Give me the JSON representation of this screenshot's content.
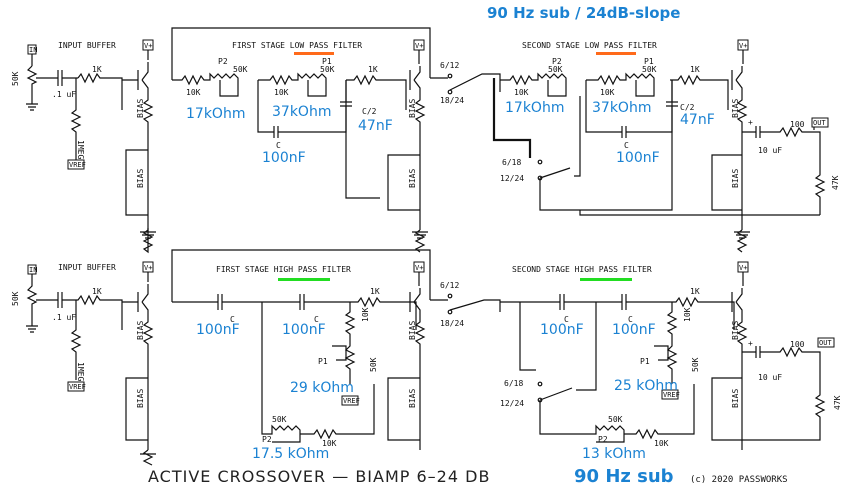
{
  "heading": "90 Hz sub / 24dB-slope",
  "footer": {
    "title": "ACTIVE CROSSOVER — BIAMP 6–24 DB",
    "highlight": "90 Hz sub",
    "copyright": "(c) 2020 PASSWORKS"
  },
  "lowpass": {
    "input_buffer": "INPUT BUFFER",
    "stage1": "FIRST STAGE LOW PASS FILTER",
    "stage2": "SECOND STAGE LOW PASS FILTER",
    "pot": "50K",
    "cap_in": ".1 uF",
    "r_in": "1K",
    "r_1meg": "1MEG",
    "vref": "VREF",
    "vplus": "V+",
    "in": "IN",
    "out": "OUT",
    "bias": "BIAS",
    "p1": "P1",
    "p2": "P2",
    "r10k": "10K",
    "r1k": "1K",
    "c": "C",
    "c2": "C/2",
    "sw_6_12": "6/12",
    "sw_18_24": "18/24",
    "sw_6_18": "6/18",
    "sw_12_24": "12/24",
    "out_cap": "10 uF",
    "out_r": "100",
    "r47k": "47K",
    "ann_17k_1": "17kOhm",
    "ann_37k_1": "37kOhm",
    "ann_47nf_1": "47nF",
    "ann_100nf_1": "100nF",
    "ann_17k_2": "17kOhm",
    "ann_37k_2": "37kOhm",
    "ann_47nf_2": "47nF",
    "ann_100nf_2": "100nF"
  },
  "highpass": {
    "input_buffer": "INPUT BUFFER",
    "stage1": "FIRST STAGE HIGH PASS FILTER",
    "stage2": "SECOND STAGE HIGH PASS FILTER",
    "ann_100nf_a": "100nF",
    "ann_100nf_b": "100nF",
    "ann_29k": "29 kOhm",
    "ann_175k": "17.5 kOhm",
    "ann_100nf_c": "100nF",
    "ann_100nf_d": "100nF",
    "ann_25k": "25 kOhm",
    "ann_13k": "13 kOhm"
  },
  "colors": {
    "annotation": "#1b82d2",
    "lowpass_underline": "#ff6a1a",
    "highpass_underline": "#22dd22"
  }
}
